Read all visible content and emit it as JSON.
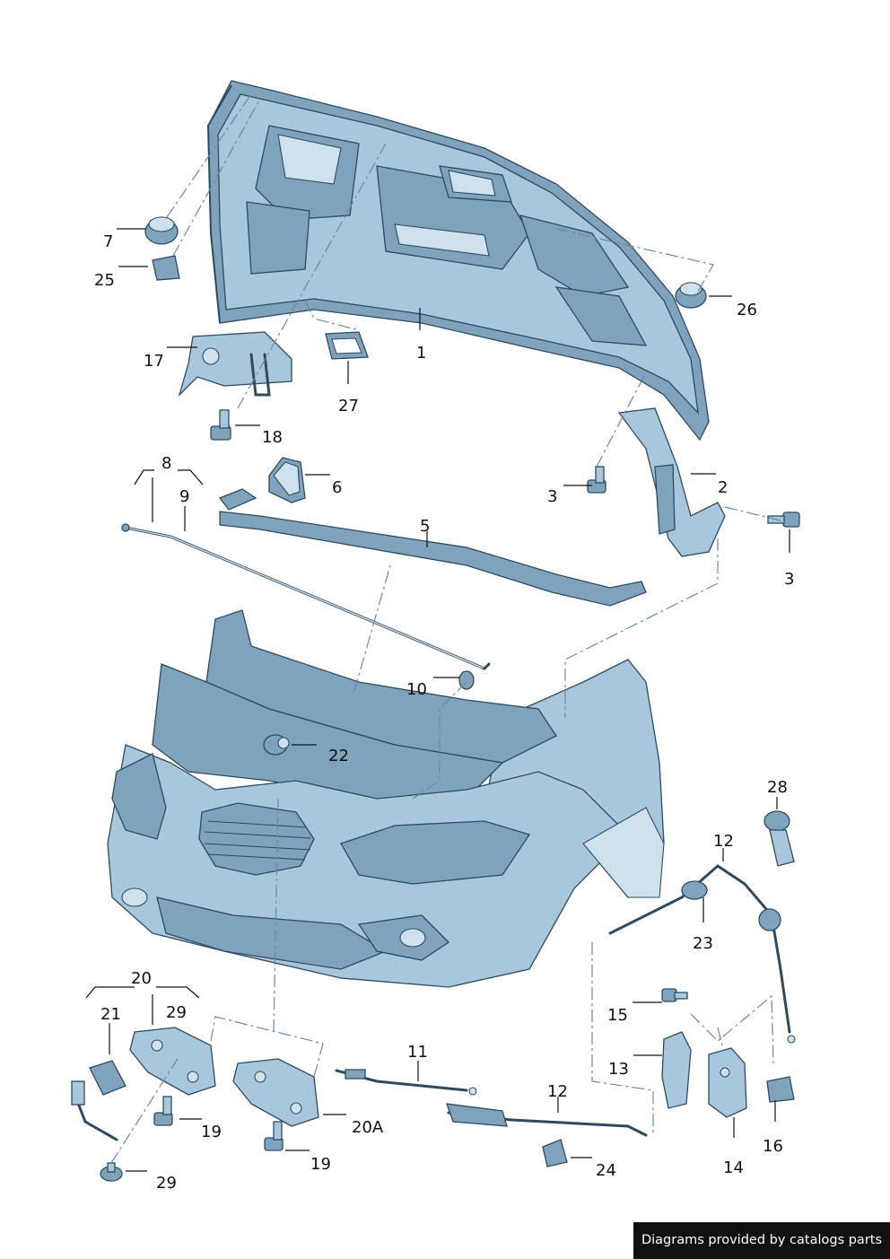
{
  "callouts": {
    "c1": "1",
    "c2": "2",
    "c3a": "3",
    "c3b": "3",
    "c5": "5",
    "c6": "6",
    "c7": "7",
    "c8": "8",
    "c9": "9",
    "c10": "10",
    "c11": "11",
    "c12a": "12",
    "c12b": "12",
    "c13": "13",
    "c14": "14",
    "c15": "15",
    "c16": "16",
    "c17": "17",
    "c18": "18",
    "c19a": "19",
    "c19b": "19",
    "c20": "20",
    "c20a": "20A",
    "c21": "21",
    "c22": "22",
    "c23": "23",
    "c24": "24",
    "c25": "25",
    "c26": "26",
    "c27": "27",
    "c28": "28",
    "c29a": "29",
    "c29b": "29"
  },
  "footer": {
    "credit": "Diagrams provided by catalogs parts"
  },
  "colors": {
    "part_fill": "#a9c7dc",
    "part_dark": "#7fa3bd",
    "outline": "#2f4a60",
    "leader_dash": "#6a8aa3"
  }
}
